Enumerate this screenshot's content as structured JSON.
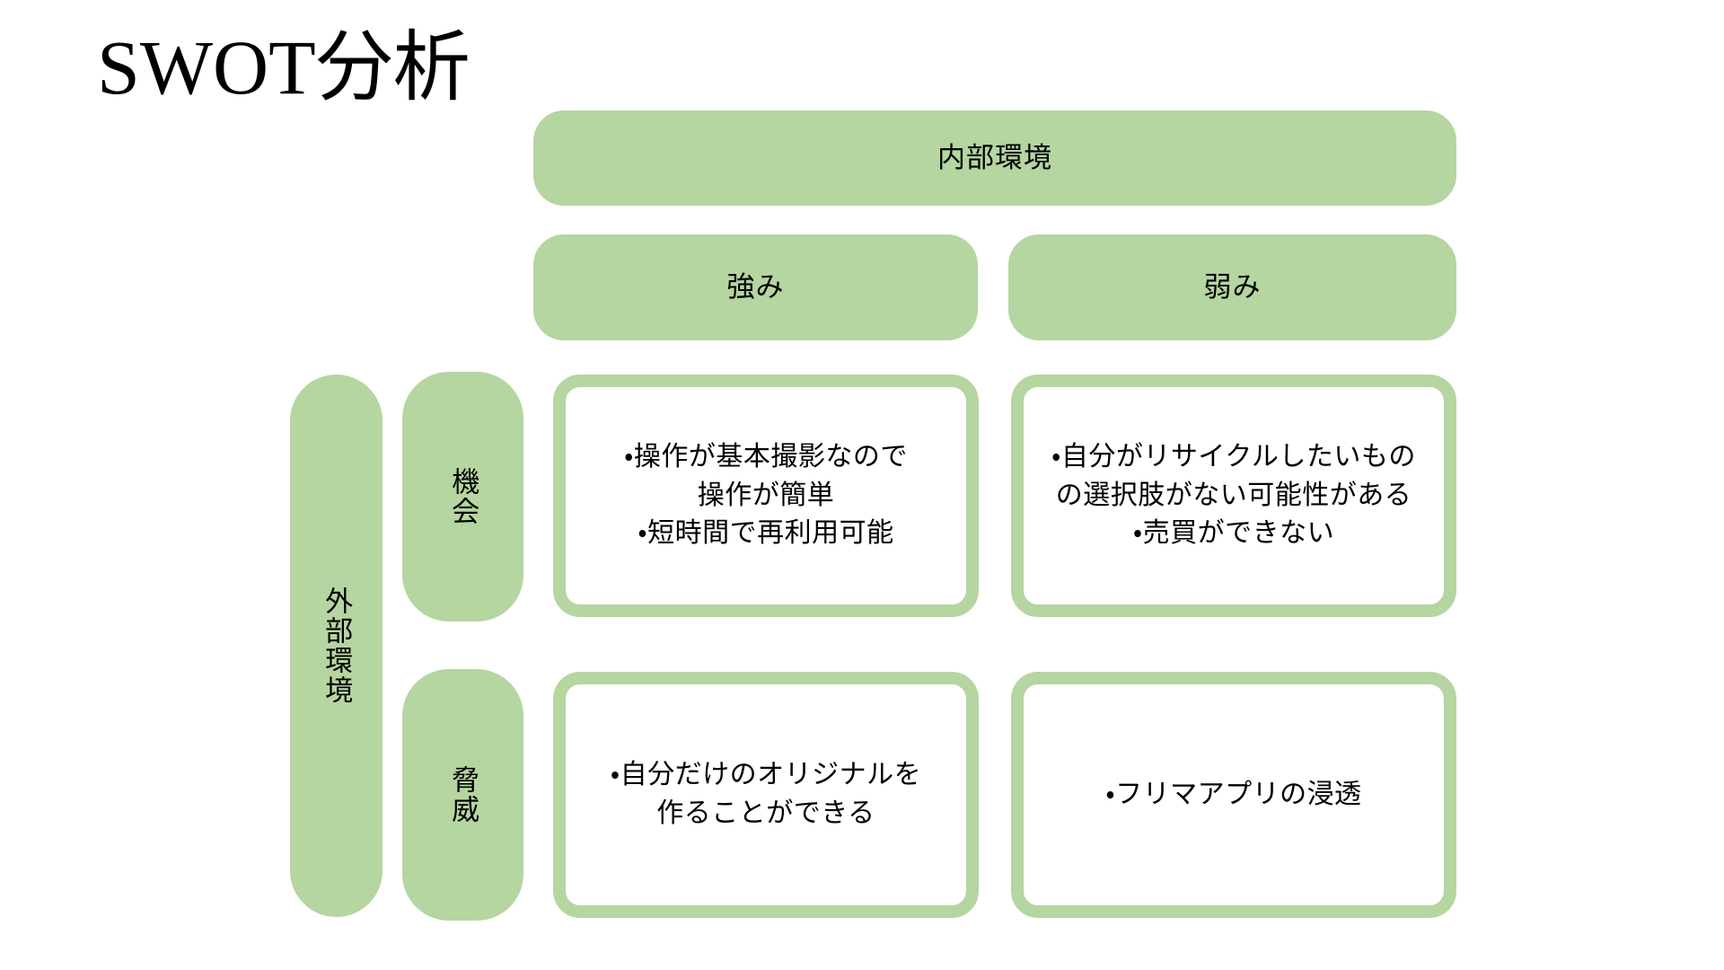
{
  "slide": {
    "title": "SWOT分析",
    "background_color": "#ffffff",
    "accent_color": "#b5d5a1",
    "text_color": "#000000"
  },
  "axes": {
    "internal_label": "内部環境",
    "external_label": "外部環境"
  },
  "columns": [
    {
      "key": "strength",
      "label": "強み"
    },
    {
      "key": "weakness",
      "label": "弱み"
    }
  ],
  "rows": [
    {
      "key": "opportunity",
      "label": "機会"
    },
    {
      "key": "threat",
      "label": "脅威"
    }
  ],
  "cells": {
    "strength_opportunity": "・操作が基本撮影なので\n操作が簡単\n・短時間で再利用可能",
    "weakness_opportunity": "・自分がリサイクルしたいもの\nの選択肢がない可能性がある\n・売買ができない",
    "strength_threat": "・自分だけのオリジナルを\n作ることができる",
    "weakness_threat": "・フリマアプリの浸透"
  }
}
